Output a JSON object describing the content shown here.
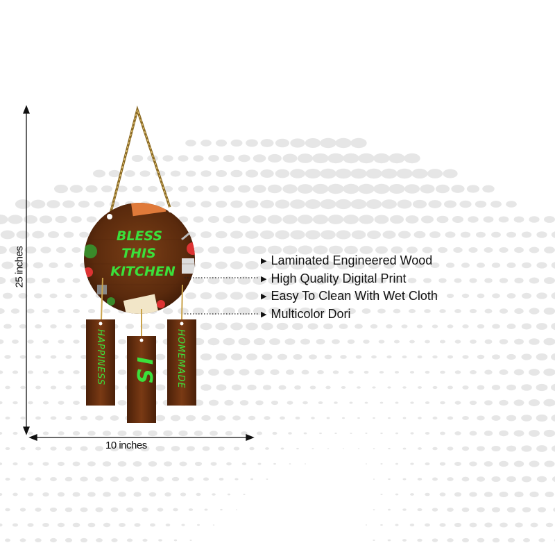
{
  "sign": {
    "main_text": [
      "BLESS",
      "THIS",
      "KITCHEN"
    ],
    "tag_left": "HAPPINESS",
    "tag_middle": "IS",
    "tag_right": "HOMEMADE"
  },
  "features": [
    {
      "label": "Laminated Engineered Wood"
    },
    {
      "label": "High Quality Digital Print"
    },
    {
      "label": "Easy To Clean With Wet Cloth"
    },
    {
      "label": "Multicolor Dori"
    }
  ],
  "dimensions": {
    "height_label": "25 inches",
    "width_label": "10 inches"
  },
  "colors": {
    "wood": "#6b3512",
    "wood_dark": "#3d1a07",
    "text_green": "#3be03b",
    "rope": "#c9a24a",
    "pattern": "#e6e6e6"
  }
}
